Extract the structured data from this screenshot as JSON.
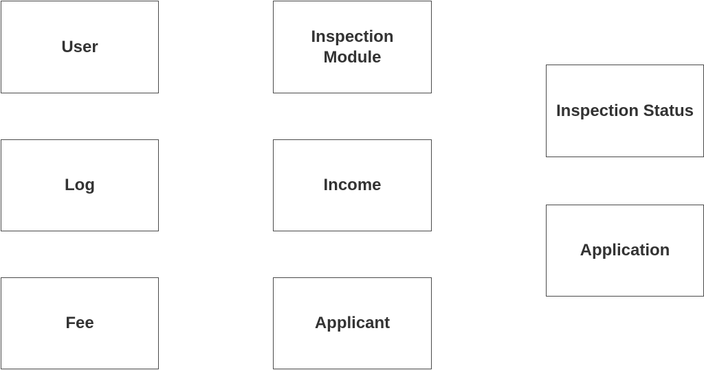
{
  "entities": {
    "user": "User",
    "inspection_module": "Inspection\nModule",
    "inspection_status": "Inspection Status",
    "log": "Log",
    "income": "Income",
    "application": "Application",
    "fee": "Fee",
    "applicant": "Applicant"
  },
  "colors": {
    "border": "#4a4a4a",
    "text": "#333333",
    "background": "#ffffff"
  }
}
